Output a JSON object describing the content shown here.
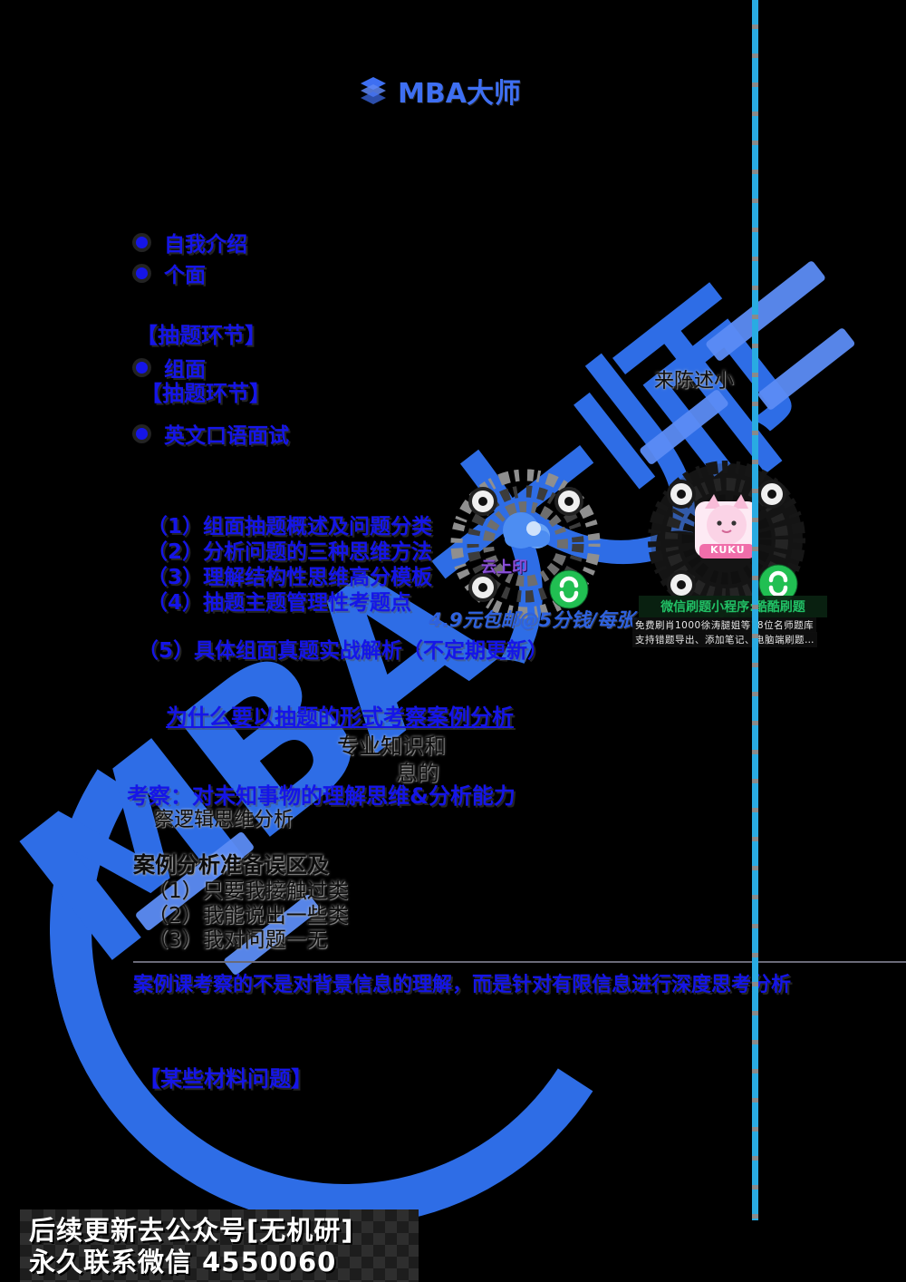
{
  "header": {
    "logo_text": "MBA大师"
  },
  "watermark": {
    "text": "MBA大师"
  },
  "outline": {
    "bullet_1": "自我介绍",
    "bullet_2": "个面",
    "section_heading_1": "【抽题环节】",
    "bullet_3": "组面",
    "section_heading_2": "【抽题环节】",
    "fragment_right": "来陈述小",
    "bullet_4": "英文口语面试",
    "numbered": [
      "（1）组面抽题概述及问题分类",
      "（2）分析问题的三种思维方法",
      "（3）理解结构性思维高分模板",
      "（4）抽题主题管理性考题点"
    ],
    "item5": "（5）具体组面真题实战解析（不定期更新）"
  },
  "qr_left": {
    "label": "云上印",
    "caption": "4.9元包邮@5分钱/每张"
  },
  "qr_right": {
    "label": "KUKU",
    "caption": "微信刷题小程序:酷酷刷题",
    "detail1": "免费刷肖1000徐涛腿姐等18位名师题库",
    "detail2": "支持错题导出、添加笔记、电脑端刷题…"
  },
  "body": {
    "why_heading": "为什么要以抽题的形式考察案例分析",
    "frag_knowledge": "专业知识和",
    "frag_info": "息的",
    "examine_line": "考察：对未知事物的理解思维&分析能力",
    "frag_logic": "察逻辑思维分析",
    "mistakes_heading": "案例分析准备误区及",
    "mistakes": [
      "（1）只要我接触过类",
      "（2）我能说出一些类",
      "（3）我对问题一无"
    ],
    "key_line": "案例课考察的不是对背景信息的理解，而是针对有限信息进行深度思考分析",
    "material_heading": "【某些材料问题】"
  },
  "footer": {
    "line1": "后续更新去公众号[无机研]",
    "line2": "永久联系微信 4550060"
  },
  "colors": {
    "accent_blue": "#1515E8",
    "watermark_blue": "#2E6DE6",
    "cyan_line": "#29ABE2",
    "brand_blue": "#3E6FF2",
    "green": "#21C065"
  }
}
